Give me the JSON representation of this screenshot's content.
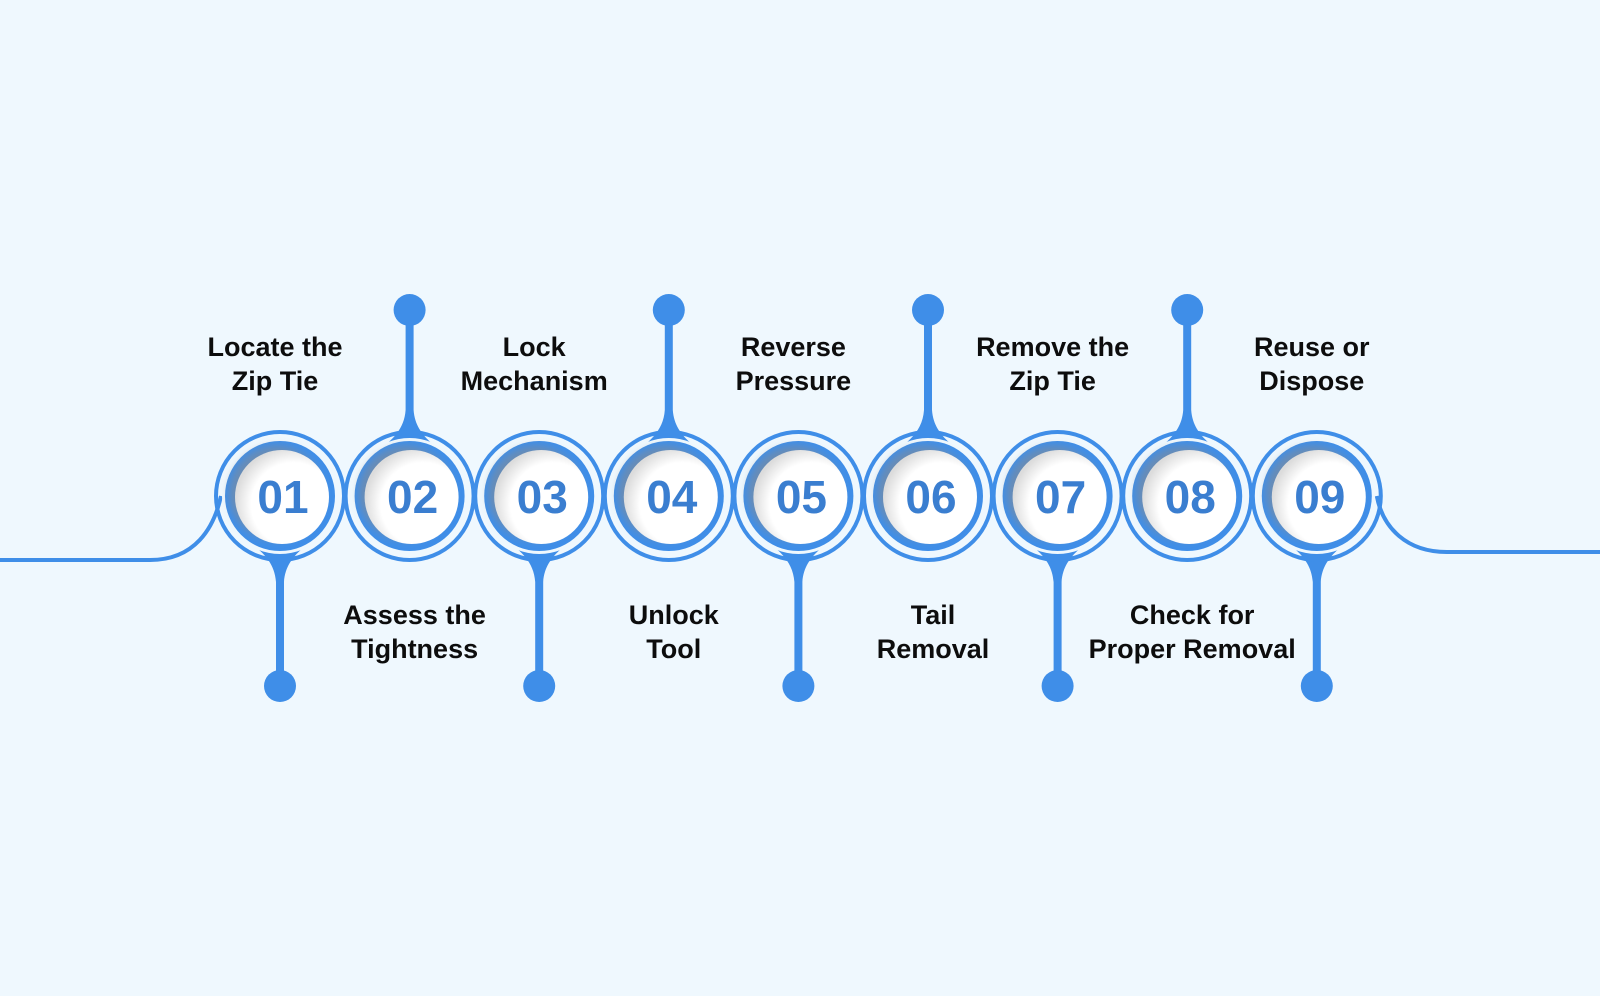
{
  "colors": {
    "background": "#eff8fe",
    "accent": "#3f8ee8",
    "number_text": "#3a7ed0",
    "label_text": "#0d0d0d"
  },
  "steps": [
    {
      "number": "01",
      "label": "Locate the\nZip Tie",
      "label_position": "top"
    },
    {
      "number": "02",
      "label": "Assess the\nTightness",
      "label_position": "bottom"
    },
    {
      "number": "03",
      "label": "Lock\nMechanism",
      "label_position": "top"
    },
    {
      "number": "04",
      "label": "Unlock\nTool",
      "label_position": "bottom"
    },
    {
      "number": "05",
      "label": "Reverse\nPressure",
      "label_position": "top"
    },
    {
      "number": "06",
      "label": "Tail\nRemoval",
      "label_position": "bottom"
    },
    {
      "number": "07",
      "label": "Remove the\nZip Tie",
      "label_position": "top"
    },
    {
      "number": "08",
      "label": "Check for\nProper Removal",
      "label_position": "bottom"
    },
    {
      "number": "09",
      "label": "Reuse or\nDispose",
      "label_position": "top"
    }
  ]
}
